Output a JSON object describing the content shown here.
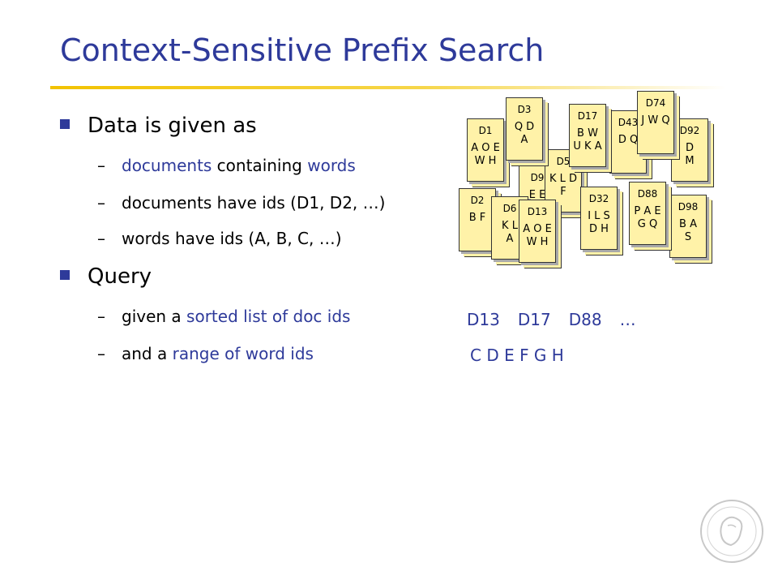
{
  "slide": {
    "title": "Context-Sensitive Prefix Search"
  },
  "bullets": {
    "data_heading": "Data is given as",
    "data_items": [
      {
        "parts": [
          {
            "text": "documents",
            "hl": true
          },
          {
            "text": " containing ",
            "hl": false
          },
          {
            "text": "words",
            "hl": true
          }
        ]
      },
      {
        "parts": [
          {
            "text": "documents have ids (D1, D2, …)",
            "hl": false
          }
        ]
      },
      {
        "parts": [
          {
            "text": "words have ids (A, B, C, …)",
            "hl": false
          }
        ]
      }
    ],
    "query_heading": "Query",
    "query_items": [
      {
        "parts": [
          {
            "text": "given a ",
            "hl": false
          },
          {
            "text": "sorted list of doc ids",
            "hl": true
          }
        ]
      },
      {
        "parts": [
          {
            "text": "and a ",
            "hl": false
          },
          {
            "text": "range of word ids",
            "hl": true
          }
        ]
      }
    ],
    "dash": "–"
  },
  "documents": [
    {
      "id": "D1",
      "words": [
        "A O E",
        "W H"
      ]
    },
    {
      "id": "D9",
      "words": [
        "E E",
        ""
      ]
    },
    {
      "id": "D5",
      "words": [
        "K L D",
        "F"
      ]
    },
    {
      "id": "D43",
      "words": [
        "D Q",
        ""
      ]
    },
    {
      "id": "D92",
      "words": [
        "D",
        "M"
      ]
    },
    {
      "id": "D2",
      "words": [
        "B F",
        ""
      ]
    },
    {
      "id": "D6",
      "words": [
        "K L",
        "A"
      ]
    },
    {
      "id": "D98",
      "words": [
        "B A",
        "S"
      ]
    },
    {
      "id": "D3",
      "words": [
        "Q D",
        "A"
      ]
    },
    {
      "id": "D17",
      "words": [
        "B W",
        "U K A"
      ]
    },
    {
      "id": "D74",
      "words": [
        "J W Q",
        ""
      ]
    },
    {
      "id": "D32",
      "words": [
        "I L S",
        "D H"
      ]
    },
    {
      "id": "D88",
      "words": [
        "P A E",
        "G Q"
      ]
    },
    {
      "id": "D13",
      "words": [
        "A O E",
        "W H"
      ]
    }
  ],
  "result": {
    "doc_ids": [
      "D13",
      "D17",
      "D88",
      "…"
    ],
    "word_range": "C D E F G H"
  },
  "colors": {
    "title": "#2e3a9a",
    "accent_rule": "#f2c200",
    "highlight": "#2e3a9a",
    "doc_fill": "#fff2a8"
  },
  "icons": {
    "bullet": "square-bullet-icon",
    "seal": "institution-seal-icon"
  }
}
